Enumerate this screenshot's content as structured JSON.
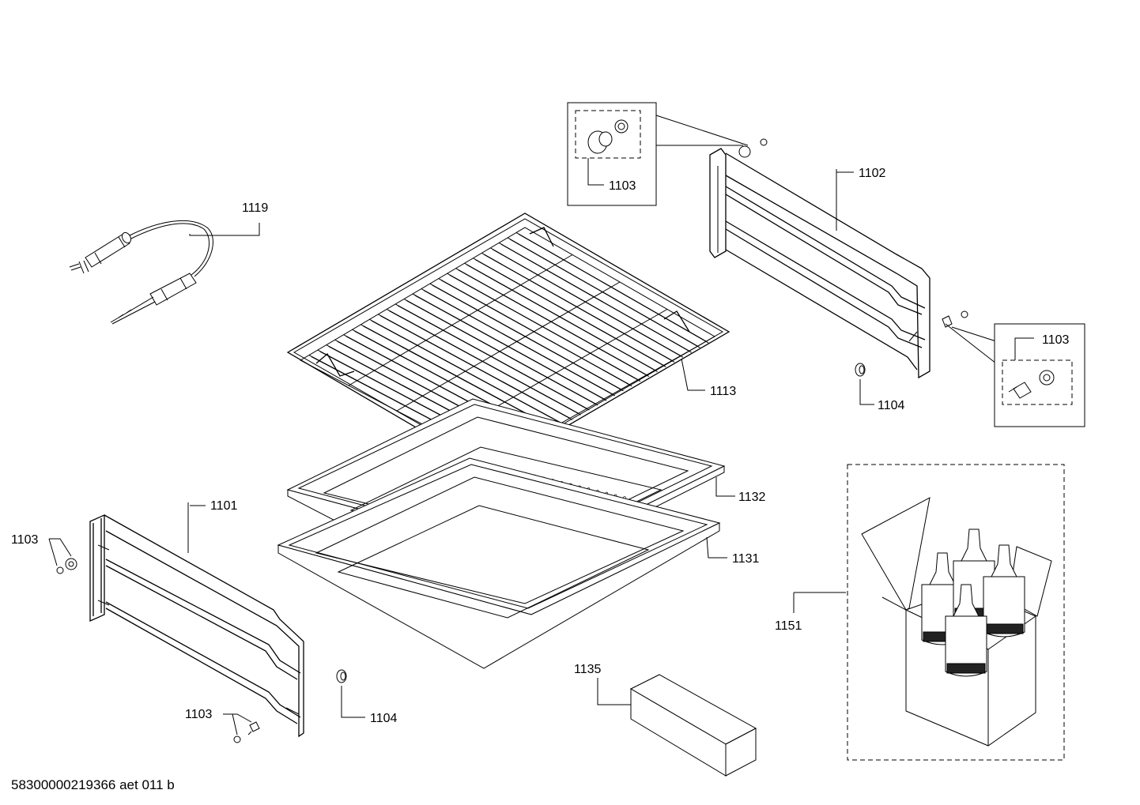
{
  "diagram": {
    "parts": [
      {
        "id": "probe",
        "label": "1119"
      },
      {
        "id": "wire-rack",
        "label": "1113"
      },
      {
        "id": "perforated-tray",
        "label": "1132"
      },
      {
        "id": "baking-tray",
        "label": "1131"
      },
      {
        "id": "left-shelf-rail",
        "label": "1101"
      },
      {
        "id": "right-shelf-rail",
        "label": "1102"
      },
      {
        "id": "knob-detail-top",
        "label": "1103"
      },
      {
        "id": "screw-detail-right",
        "label": "1103"
      },
      {
        "id": "left-fastener-top",
        "label": "1103"
      },
      {
        "id": "left-fastener-bottom",
        "label": "1103"
      },
      {
        "id": "nut-right",
        "label": "1104"
      },
      {
        "id": "nut-left",
        "label": "1104"
      },
      {
        "id": "block",
        "label": "1135"
      },
      {
        "id": "cleaning-kit",
        "label": "1151"
      }
    ]
  },
  "footer": {
    "document_code": "58300000219366 aet 011 b"
  }
}
